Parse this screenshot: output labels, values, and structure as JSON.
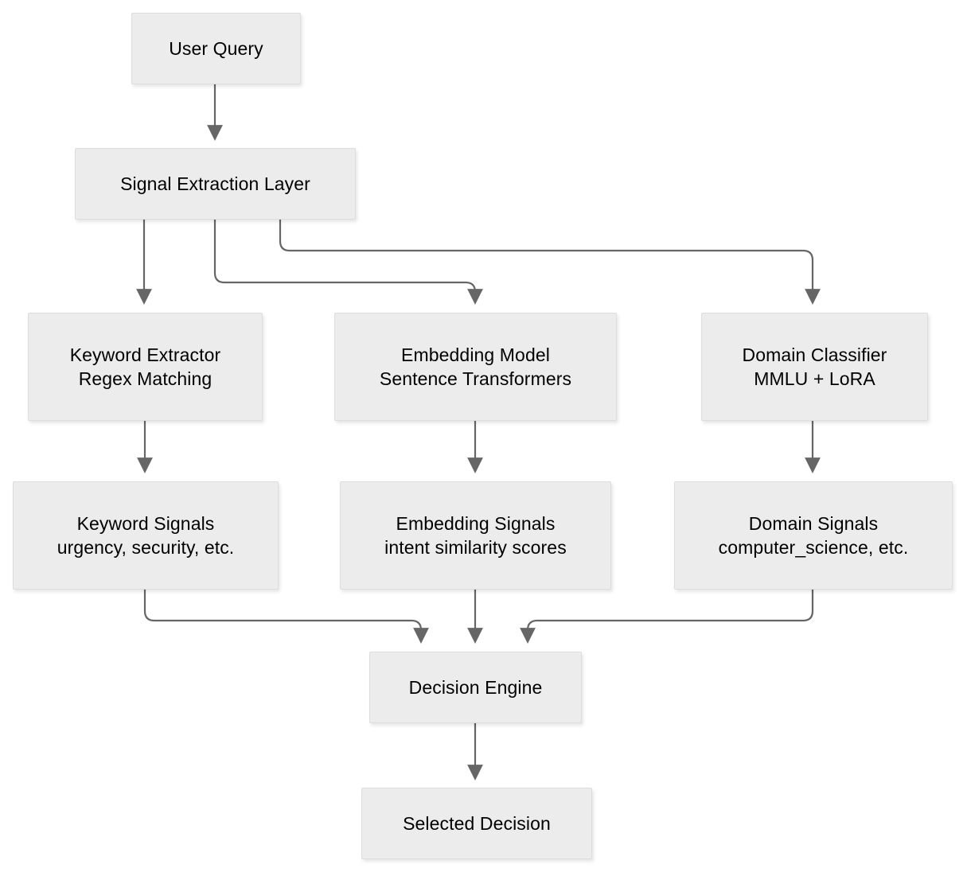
{
  "diagram": {
    "type": "flowchart",
    "orientation": "top-to-bottom",
    "style": {
      "node_fill": "#ECECEC",
      "node_border": "#DDDDDD",
      "edge_color": "#666666",
      "text_color": "#000000",
      "background": "#FFFFFF"
    },
    "nodes": [
      {
        "id": "user_query",
        "title": "User Query",
        "subtitle": ""
      },
      {
        "id": "signal_extraction",
        "title": "Signal Extraction Layer",
        "subtitle": ""
      },
      {
        "id": "keyword_extractor",
        "title": "Keyword Extractor",
        "subtitle": "Regex Matching"
      },
      {
        "id": "embedding_model",
        "title": "Embedding Model",
        "subtitle": "Sentence Transformers"
      },
      {
        "id": "domain_classifier",
        "title": "Domain Classifier",
        "subtitle": "MMLU + LoRA"
      },
      {
        "id": "keyword_signals",
        "title": "Keyword Signals",
        "subtitle": "urgency, security, etc."
      },
      {
        "id": "embedding_signals",
        "title": "Embedding Signals",
        "subtitle": "intent similarity scores"
      },
      {
        "id": "domain_signals",
        "title": "Domain Signals",
        "subtitle": "computer_science, etc."
      },
      {
        "id": "decision_engine",
        "title": "Decision Engine",
        "subtitle": ""
      },
      {
        "id": "selected_decision",
        "title": "Selected Decision",
        "subtitle": ""
      }
    ],
    "edges": [
      {
        "from": "user_query",
        "to": "signal_extraction",
        "label": ""
      },
      {
        "from": "signal_extraction",
        "to": "keyword_extractor",
        "label": ""
      },
      {
        "from": "signal_extraction",
        "to": "embedding_model",
        "label": ""
      },
      {
        "from": "signal_extraction",
        "to": "domain_classifier",
        "label": ""
      },
      {
        "from": "keyword_extractor",
        "to": "keyword_signals",
        "label": ""
      },
      {
        "from": "embedding_model",
        "to": "embedding_signals",
        "label": ""
      },
      {
        "from": "domain_classifier",
        "to": "domain_signals",
        "label": ""
      },
      {
        "from": "keyword_signals",
        "to": "decision_engine",
        "label": ""
      },
      {
        "from": "embedding_signals",
        "to": "decision_engine",
        "label": ""
      },
      {
        "from": "domain_signals",
        "to": "decision_engine",
        "label": ""
      },
      {
        "from": "decision_engine",
        "to": "selected_decision",
        "label": ""
      }
    ]
  }
}
